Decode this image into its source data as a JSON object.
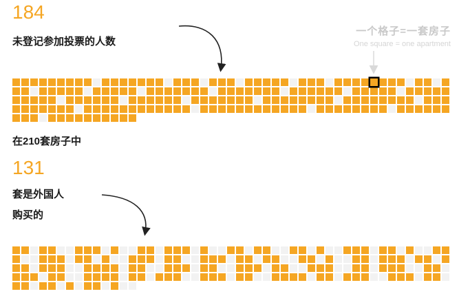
{
  "accent_color": "#F5A623",
  "stat1": {
    "value": "184",
    "label": "未登记参加投票的人数"
  },
  "legend": {
    "zh": "一个格子=一套房子",
    "en": "One square = one apartment"
  },
  "mid_label": "在210套房子中",
  "stat2": {
    "value": "131",
    "label_line1": "套是外国人",
    "label_line2": "购买的"
  },
  "chart_data": [
    {
      "type": "waffle",
      "title": "未登记参加投票的人数",
      "unit_note_zh": "一个格子=一套房子",
      "unit_note_en": "One square = one apartment",
      "total_squares": 210,
      "filled_squares": 184,
      "value": 184,
      "columns": 49,
      "fill_color": "#F5A623",
      "empty_color": "#F2F2F2",
      "highlight_cell": {
        "row": 0,
        "col": 40
      },
      "rows_pattern": [
        "1111111110111111101110111011111011101111111101101",
        "1101111101111101111111011111110111111011111011111",
        "1111101111110111111011111110111111110111111110111",
        "1111111011111111111101111111111110111111110111111",
        "11101111111111"
      ]
    },
    {
      "type": "waffle",
      "title": "套是外国人购买的",
      "total_squares": 210,
      "filled_squares": 131,
      "value": 131,
      "columns": 49,
      "fill_color": "#F5A623",
      "empty_color": "#F2F2F2",
      "rows_pattern": [
        "1101100111010011011101001101100110100111011010011",
        "1001110110100111011001110110110011010011011101101",
        "1101110011110110011101100111011001110011011100110",
        "1110110011110110111001110110011110110111001110110",
        "11011010110100"
      ]
    }
  ]
}
